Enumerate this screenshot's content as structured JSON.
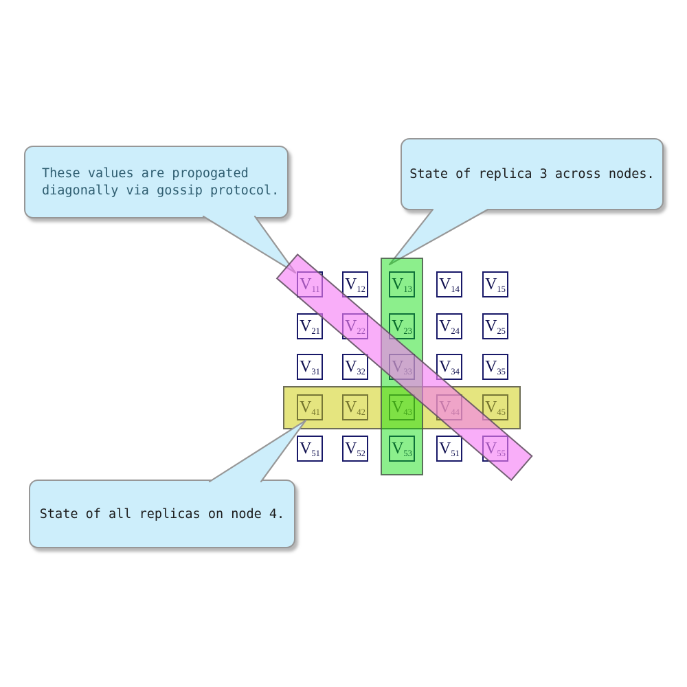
{
  "callouts": {
    "gossip": {
      "line1": "These values are propogated",
      "line2": "diagonally via gossip protocol."
    },
    "replica3": {
      "text": "State of replica 3 across nodes."
    },
    "node4": {
      "text": "State of all replicas on node 4."
    }
  },
  "matrix": {
    "symbol": "V",
    "rows": [
      [
        "11",
        "12",
        "13",
        "14",
        "15"
      ],
      [
        "21",
        "22",
        "23",
        "24",
        "25"
      ],
      [
        "31",
        "32",
        "33",
        "34",
        "35"
      ],
      [
        "41",
        "42",
        "43",
        "44",
        "45"
      ],
      [
        "51",
        "52",
        "53",
        "51",
        "55"
      ]
    ]
  },
  "colors": {
    "callout_fill": "#cdeefb",
    "callout_border": "#979797",
    "gossip_text": "#2e5d70",
    "callout_text": "#1c1c1c",
    "cell_border": "#181868",
    "cell_text": "#101050",
    "band_yellow": "rgba(205,205,10,0.52)",
    "band_green": "rgba(0,220,0,0.45)",
    "band_magenta": "rgba(246,125,246,0.62)",
    "band_border": "rgba(75,75,75,0.78)"
  }
}
